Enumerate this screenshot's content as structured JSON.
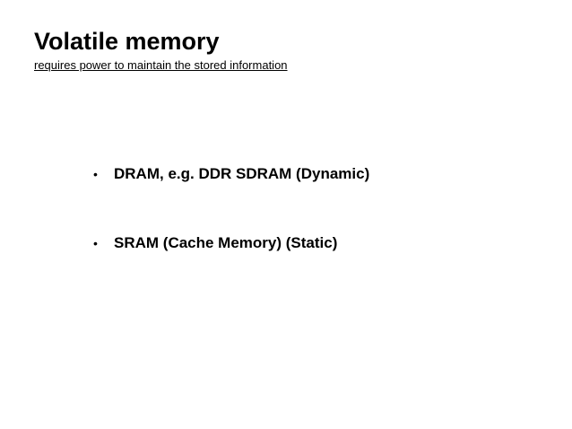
{
  "slide": {
    "title": "Volatile memory",
    "subtitle": "requires power to maintain the stored information",
    "bullet_glyph": "•",
    "bullets": [
      "DRAM, e.g. DDR SDRAM (Dynamic)",
      "SRAM (Cache Memory) (Static)"
    ],
    "colors": {
      "background": "#ffffff",
      "text": "#000000"
    }
  }
}
